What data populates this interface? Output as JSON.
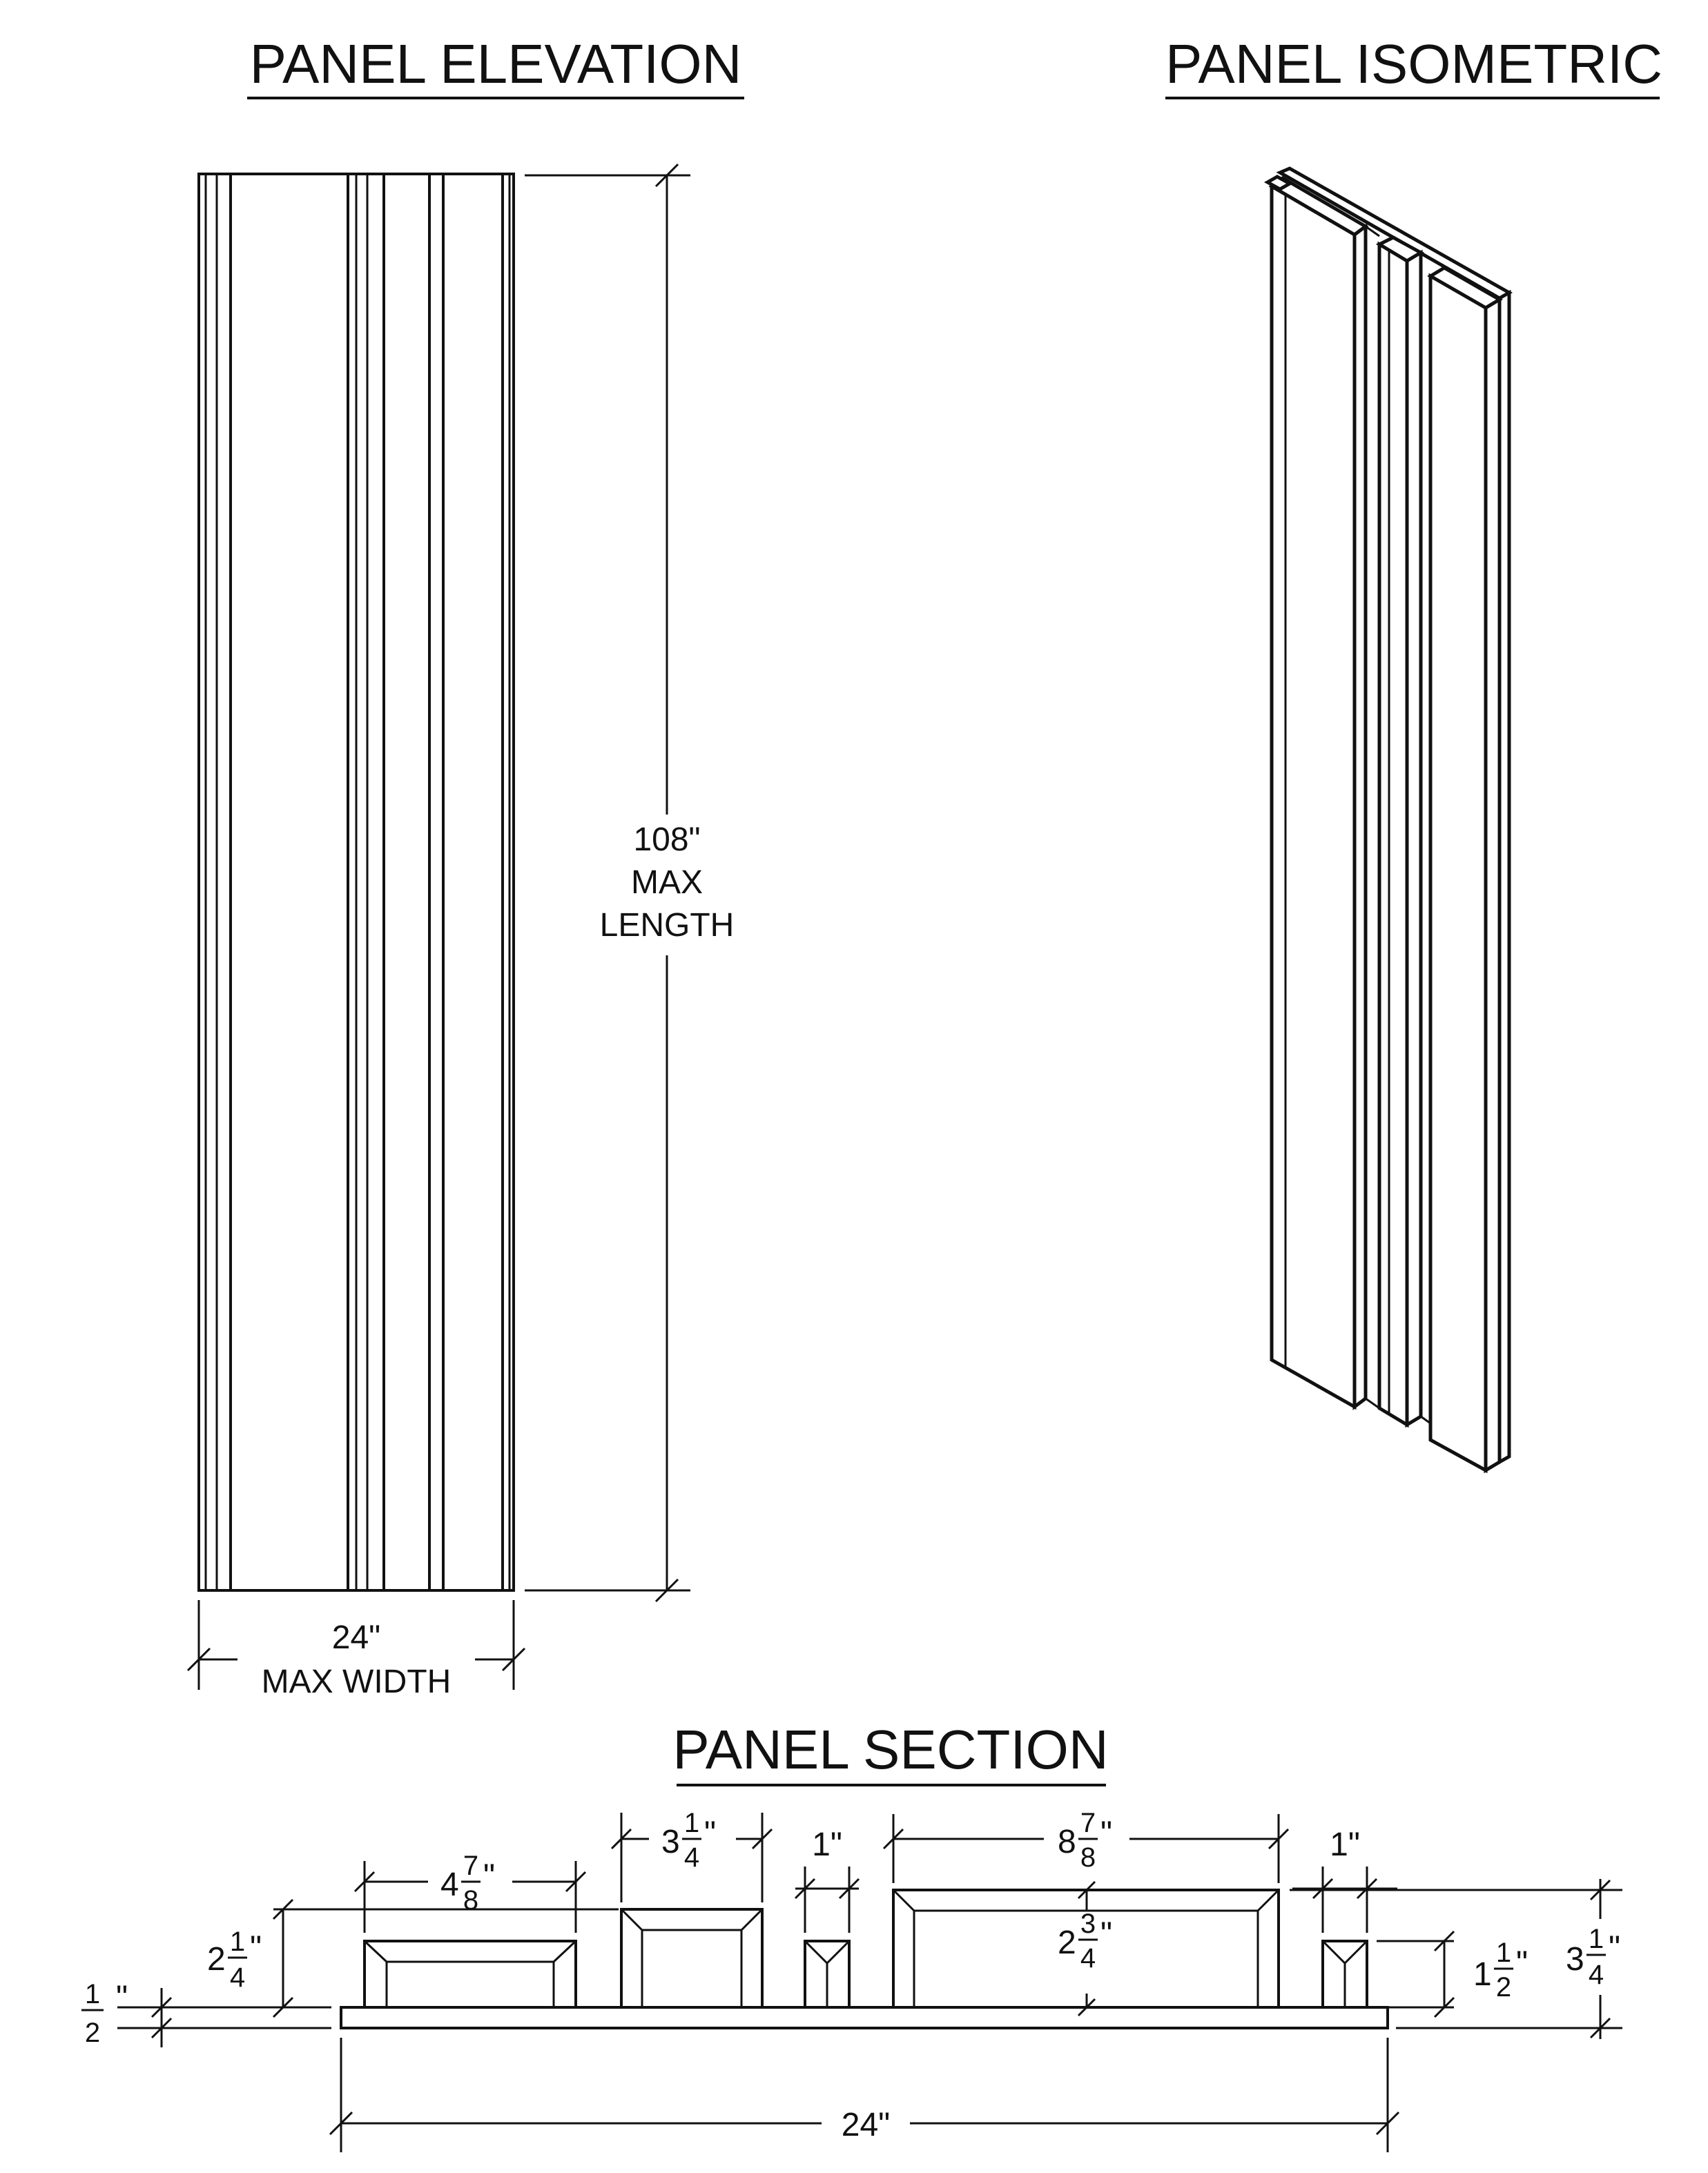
{
  "titles": {
    "elevation": "PANEL ELEVATION",
    "isometric": "PANEL ISOMETRIC",
    "section": "PANEL SECTION"
  },
  "elevation": {
    "length_value": "108\"",
    "length_line1": "MAX",
    "length_line2": "LENGTH",
    "width_value": "24\"",
    "width_label": "MAX WIDTH"
  },
  "section": {
    "width_total": "24\"",
    "base_thickness": {
      "whole": "",
      "num": "1",
      "den": "2",
      "unit": "\""
    },
    "rib1_height": {
      "whole": "2",
      "num": "1",
      "den": "4",
      "unit": "\""
    },
    "rib1_width": {
      "whole": "4",
      "num": "7",
      "den": "8",
      "unit": "\""
    },
    "rib2_width": {
      "whole": "3",
      "num": "1",
      "den": "4",
      "unit": "\""
    },
    "rib3_width": "1\"",
    "rib4_width": {
      "whole": "8",
      "num": "7",
      "den": "8",
      "unit": "\""
    },
    "rib4_height": {
      "whole": "2",
      "num": "3",
      "den": "4",
      "unit": "\""
    },
    "rib5_width": "1\"",
    "rib5_height": {
      "whole": "1",
      "num": "1",
      "den": "2",
      "unit": "\""
    },
    "total_height": {
      "whole": "3",
      "num": "1",
      "den": "4",
      "unit": "\""
    }
  }
}
